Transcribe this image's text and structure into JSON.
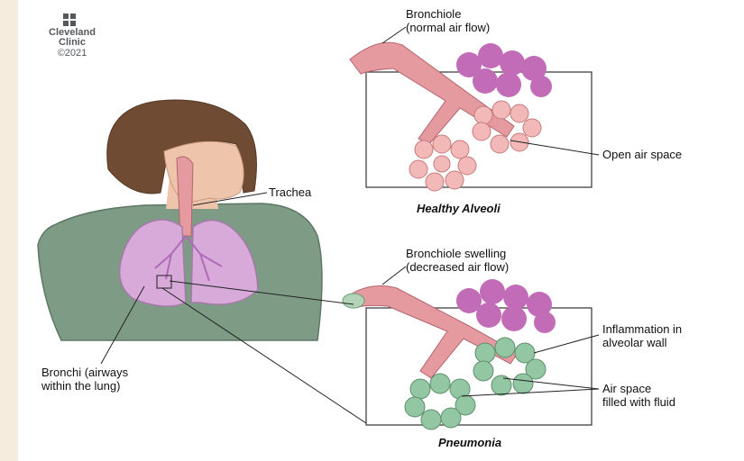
{
  "logo": {
    "name_line1": "Cleveland",
    "name_line2": "Clinic",
    "copyright": "©2021",
    "icon": "cleveland-clinic-logo-icon"
  },
  "labels": {
    "bronchiole_normal": "Bronchiole\n(normal air flow)",
    "open_air_space": "Open air space",
    "trachea": "Trachea",
    "healthy_caption": "Healthy Alveoli",
    "bronchiole_swelling": "Bronchiole swelling\n(decreased air flow)",
    "inflammation": "Inflammation in\nalveolar wall",
    "air_space_fluid": "Air space\nfilled with fluid",
    "bronchi": "Bronchi (airways\nwithin the lung)",
    "pneumonia_caption": "Pneumonia"
  },
  "colors": {
    "airway": "#e59aa0",
    "alveoli_grape": "#c26cb8",
    "healthy_alveoli": "#f3b9b9",
    "fluid": "#93c7a3",
    "shirt": "#7e9b86",
    "hair": "#6f4b33",
    "skin": "#eec4ab",
    "lung": "#d7aad9"
  }
}
